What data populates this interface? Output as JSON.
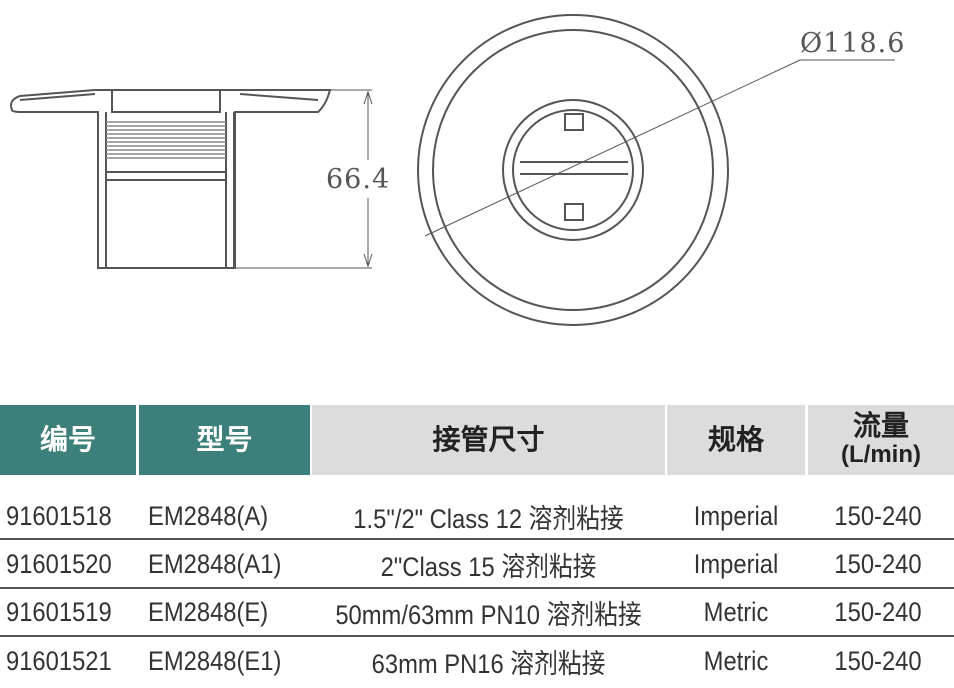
{
  "drawing": {
    "height_dimension": "66.4",
    "diameter_dimension": "Ø118.6"
  },
  "table": {
    "headers": {
      "code": "编号",
      "model": "型号",
      "connection": "接管尺寸",
      "standard": "规格",
      "flow": "流量",
      "flow_unit": "(L/min)"
    },
    "rows": [
      {
        "code": "91601518",
        "model": "EM2848(A)",
        "connection": "1.5\"/2\" Class 12 溶剂粘接",
        "standard": "Imperial",
        "flow": "150-240"
      },
      {
        "code": "91601520",
        "model": "EM2848(A1)",
        "connection": "2\"Class 15 溶剂粘接",
        "standard": "Imperial",
        "flow": "150-240"
      },
      {
        "code": "91601519",
        "model": "EM2848(E)",
        "connection": "50mm/63mm PN10 溶剂粘接",
        "standard": "Metric",
        "flow": "150-240"
      },
      {
        "code": "91601521",
        "model": "EM2848(E1)",
        "connection": "63mm PN16 溶剂粘接",
        "standard": "Metric",
        "flow": "150-240"
      }
    ]
  },
  "colors": {
    "header_teal": "#3d7f7b",
    "header_gray": "#dcdcdc"
  }
}
